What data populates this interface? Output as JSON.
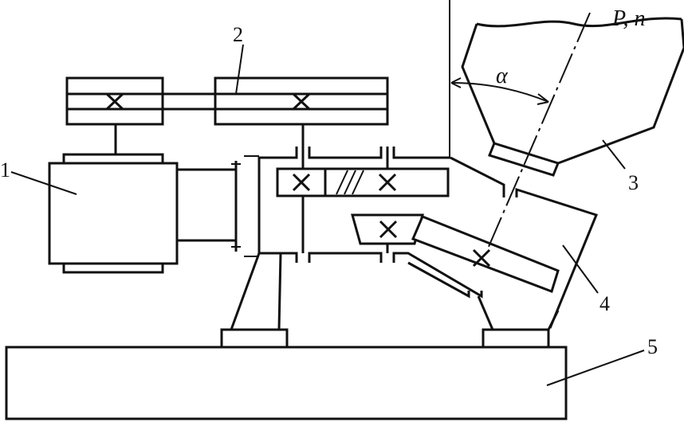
{
  "diagram": {
    "labels": {
      "part1": "1",
      "part2": "2",
      "part3": "3",
      "part4": "4",
      "part5": "5",
      "angle": "α",
      "power_speed": "P, n"
    },
    "line_color": "#111111",
    "background": "#ffffff"
  }
}
